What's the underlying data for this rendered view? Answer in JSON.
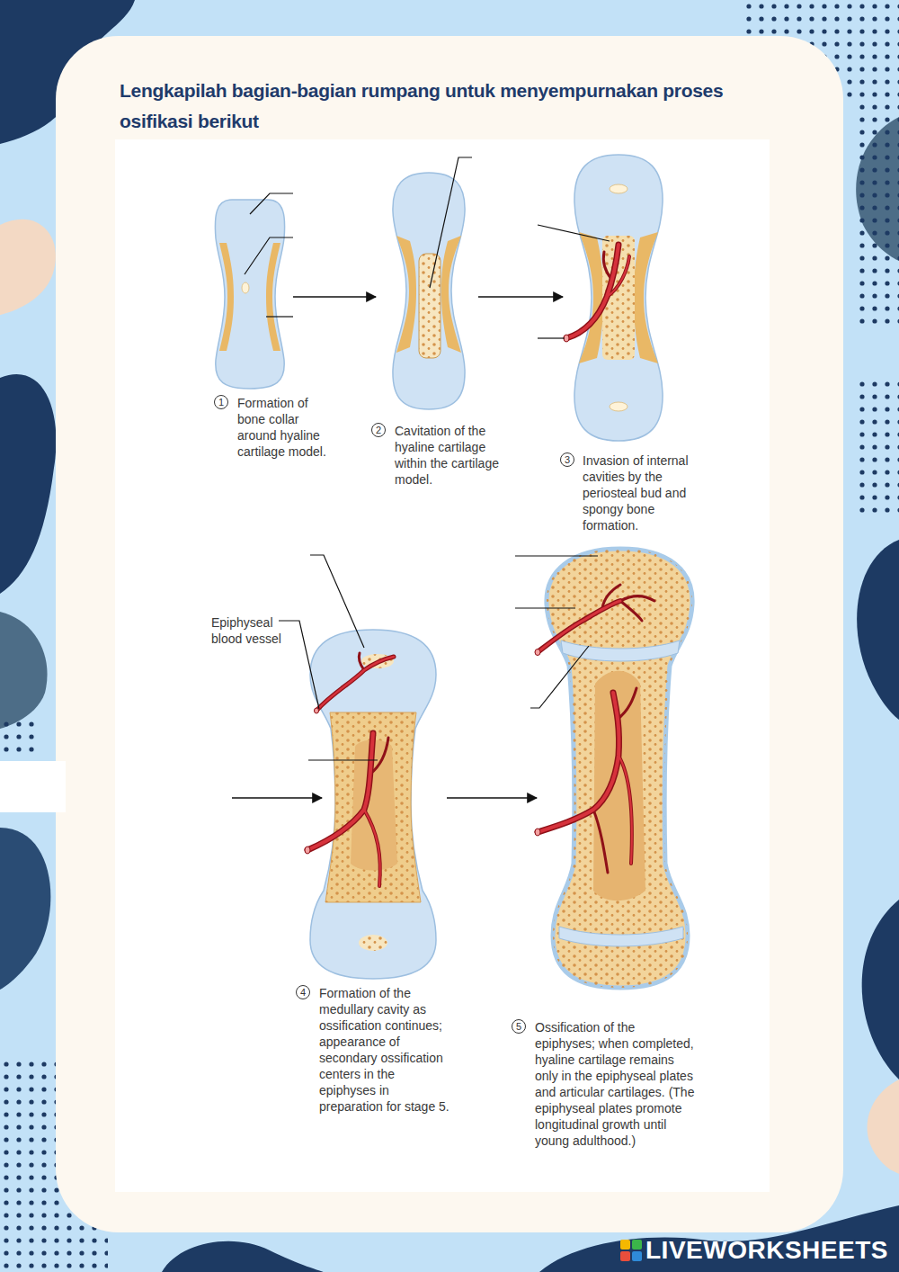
{
  "diagram": {
    "title": "Lengkapilah bagian-bagian rumpang untuk menyempurnakan proses osifikasi berikut",
    "labels": [
      "1",
      "Formation of bone collar around hyaline cartilage model.",
      "2",
      "Cavitation of the hyaline cartilage within the cartilage model.",
      "3",
      "Invasion of internal cavities by the periosteal bud and spongy bone formation.",
      "Epiphyseal blood vessel",
      "4",
      "Formation of the medullary cavity as ossification continues; appearance of secondary ossification centers in the epiphyses in preparation for stage 5.",
      "5",
      "Ossification of the epiphyses; when completed, hyaline cartilage remains only in the epiphyseal plates and articular cartilages. (The epiphyseal plates promote longitudinal growth until young adulthood.)",
      "LIVEWORKSHEETS"
    ]
  }
}
